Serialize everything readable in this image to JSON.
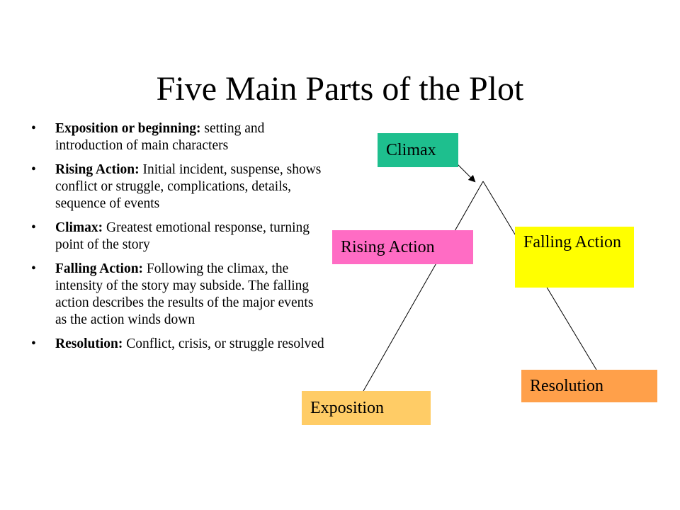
{
  "title": "Five Main Parts of the Plot",
  "bullets": [
    {
      "term": "Exposition or beginning:",
      "text": " setting and introduction of  main characters"
    },
    {
      "term": "Rising Action:",
      "text": "  Initial incident, suspense, shows conflict or struggle, complications, details, sequence of events"
    },
    {
      "term": "Climax:",
      "text": "  Greatest emotional response, turning point of the story"
    },
    {
      "term": "Falling Action:",
      "text": " Following the climax, the intensity of the story may subside.  The falling action describes the results of the major events as the action winds down"
    },
    {
      "term": "Resolution:",
      "text": "  Conflict, crisis, or struggle resolved"
    }
  ],
  "diagram": {
    "climax": "Climax",
    "rising_action": "Rising Action",
    "falling_action": "Falling Action",
    "resolution": "Resolution",
    "exposition": "Exposition"
  },
  "colors": {
    "climax": "#1ebf8e",
    "rising_action": "#ff6cc4",
    "falling_action": "#ffff00",
    "resolution": "#ffa04a",
    "exposition": "#ffcc66"
  }
}
